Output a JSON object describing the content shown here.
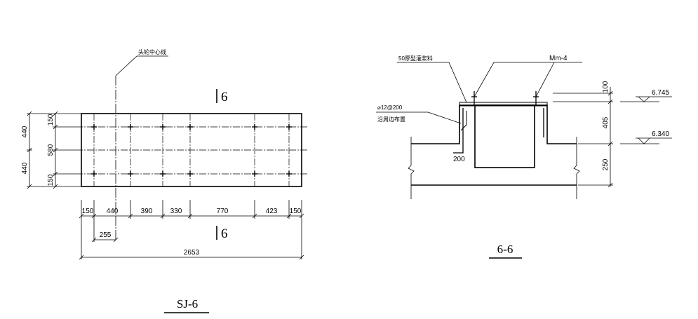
{
  "plan": {
    "title": "SJ-6",
    "centerline_note": "头轮中心线",
    "section_mark": "6",
    "bottom_dims": [
      "150",
      "440",
      "390",
      "330",
      "770",
      "423",
      "150"
    ],
    "offset_dim": "255",
    "total_dim": "2653",
    "left_dims_outer": [
      "440",
      "440"
    ],
    "left_dims_inner": [
      "150",
      "580",
      "150"
    ]
  },
  "section": {
    "title": "6-6",
    "grout_note": "50厚型灌浆料",
    "bolt_label": "Mm-4",
    "rebar_label": "⌀12@200",
    "rebar_note": "沿周边布置",
    "hook_dim": "200",
    "elev_top": "6.745",
    "elev_mid": "6.340",
    "right_dims": [
      "100",
      "405",
      "250"
    ]
  }
}
